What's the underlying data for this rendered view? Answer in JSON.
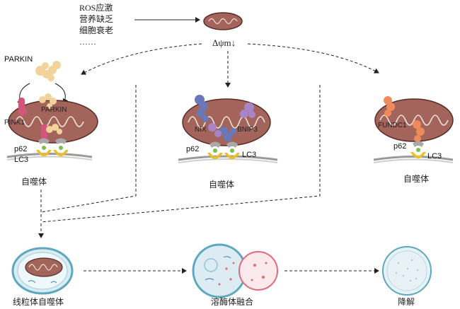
{
  "stimuli": {
    "line1": "ROS应激",
    "line2": "营养缺乏",
    "line3": "细胞衰老",
    "line4": "……"
  },
  "membrane_potential": "Δψm↓",
  "pathways": {
    "left": {
      "parkin_top": "PARKIN",
      "parkin_mito": "PARKIN",
      "pink1": "PINK1",
      "p62": "p62",
      "lc3": "LC3",
      "caption": "自噬体"
    },
    "middle": {
      "nix": "NIX",
      "bnip3": "BNIP3",
      "p62": "p62",
      "lc3": "LC3",
      "caption": "自噬体"
    },
    "right": {
      "fundc1": "FUNDC1",
      "p62": "p62",
      "lc3": "LC3",
      "caption": "自噬体"
    }
  },
  "stages": {
    "mitophagosome": "线粒体自噬体",
    "fusion": "溶酶体融合",
    "degradation": "降解"
  },
  "colors": {
    "mito_fill": "#a3645c",
    "mito_stroke": "#5a2b26",
    "parkin": "#f2d39c",
    "pink1": "#d1567a",
    "nix": "#6978b8",
    "bnip3": "#a785c6",
    "fundc1": "#ee8a5c",
    "lc3": "#e8be2a",
    "p62": "#a9a9a9",
    "lysosome": "#e06a7c",
    "vesicle": "#8ec4d6"
  }
}
